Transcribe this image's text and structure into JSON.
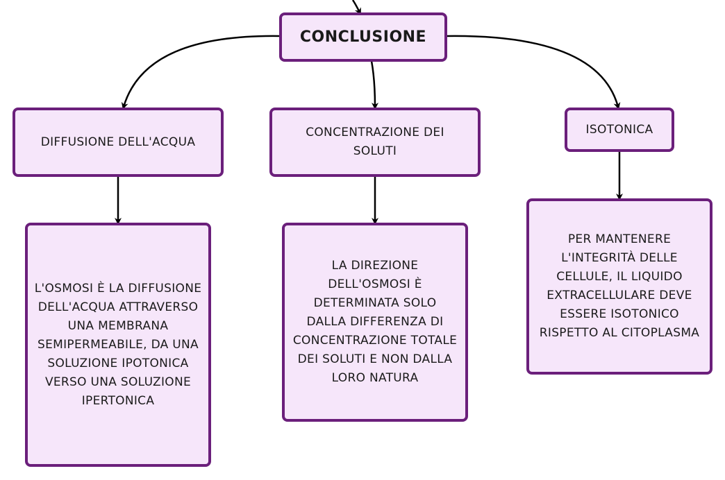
{
  "colors": {
    "box_fill": "#f6e6fa",
    "box_border": "#6b1f7b",
    "connector": "#000000"
  },
  "root": {
    "label": "CONCLUSIONE"
  },
  "branches": [
    {
      "label": "DIFFUSIONE DELL'ACQUA",
      "detail": "L'OSMOSI È LA DIFFUSIONE\nDELL'ACQUA ATTRAVERSO\nUNA MEMBRANA\nSEMIPERMEABILE, DA UNA\nSOLUZIONE IPOTONICA\nVERSO UNA SOLUZIONE\nIPERTONICA"
    },
    {
      "label": "CONCENTRAZIONE DEI\nSOLUTI",
      "detail": "LA DIREZIONE\nDELL'OSMOSI È\nDETERMINATA SOLO\nDALLA DIFFERENZA DI\nCONCENTRAZIONE TOTALE\nDEI SOLUTI E NON DALLA\nLORO NATURA"
    },
    {
      "label": "ISOTONICA",
      "detail": "PER MANTENERE\nL'INTEGRITÀ DELLE\nCELLULE, IL LIQUIDO\nEXTRACELLULARE DEVE\nESSERE ISOTONICO\nRISPETTO AL CITOPLASMA"
    }
  ]
}
